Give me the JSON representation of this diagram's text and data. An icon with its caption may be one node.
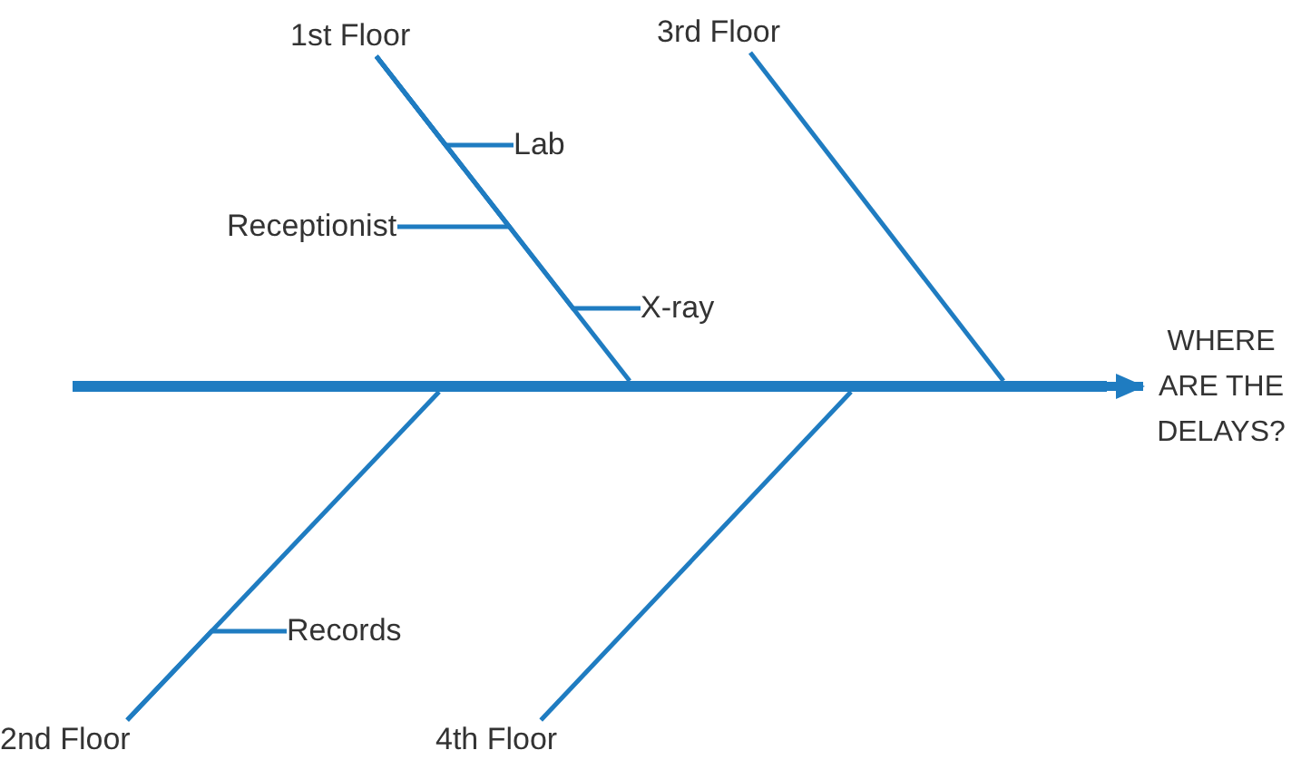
{
  "diagram": {
    "nodes": [
      {
        "text": [
          "1st Floor"
        ]
      },
      {
        "text": [
          "3rd Floor"
        ]
      },
      {
        "text": [
          "Lab"
        ]
      },
      {
        "text": [
          "Receptionist"
        ]
      },
      {
        "text": [
          "X-ray"
        ]
      },
      {
        "text": [
          "WHERE ARE THE DELAYS?"
        ]
      },
      {
        "text": [],
        "shape": "bar"
      },
      {
        "text": [
          "Records"
        ]
      },
      {
        "text": [
          "2nd Floor"
        ]
      },
      {
        "text": [
          "4th Floor"
        ]
      }
    ],
    "edges": [
      {
        "from": 6,
        "to": 5,
        "arrow": "to",
        "style": "thick"
      },
      {
        "from": 0,
        "to": 6,
        "arrow": "none"
      },
      {
        "from": 1,
        "to": 6,
        "arrow": "none"
      },
      {
        "from": 8,
        "to": 6,
        "arrow": "none"
      },
      {
        "from": 9,
        "to": 6,
        "arrow": "none"
      },
      {
        "from": 2,
        "to": 0,
        "arrow": "none"
      },
      {
        "from": 3,
        "to": 0,
        "arrow": "none"
      },
      {
        "from": 4,
        "to": 0,
        "arrow": "none"
      },
      {
        "from": 7,
        "to": 8,
        "arrow": "none"
      }
    ]
  }
}
